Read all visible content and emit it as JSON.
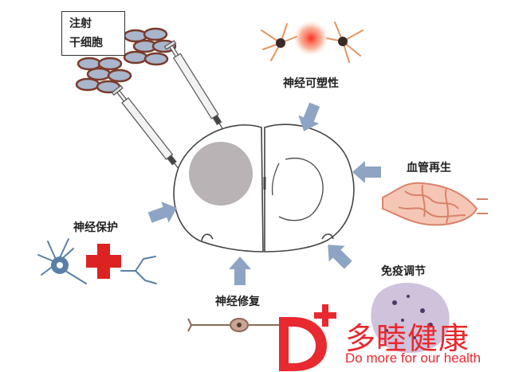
{
  "labels": {
    "inject_line1": "注射",
    "inject_line2": "干细胞",
    "plasticity": "神经可塑性",
    "angiogenesis": "血管再生",
    "protection": "神经保护",
    "immune": "免疫调节",
    "repair": "神经修复"
  },
  "logo": {
    "name": "多睦健康",
    "slogan": "Do more for our health",
    "color": "#e8292f"
  },
  "colors": {
    "arrow": "#8ea4c4",
    "lesion": "#b9b3b5",
    "cell_fill": "#a9b6cc",
    "cell_outline": "#7a3a2a",
    "vessel": "#e9a08a",
    "cross": "#dd2222",
    "neuron_body": "#5a7fa6",
    "immune_cell": "#cfc3dc"
  }
}
